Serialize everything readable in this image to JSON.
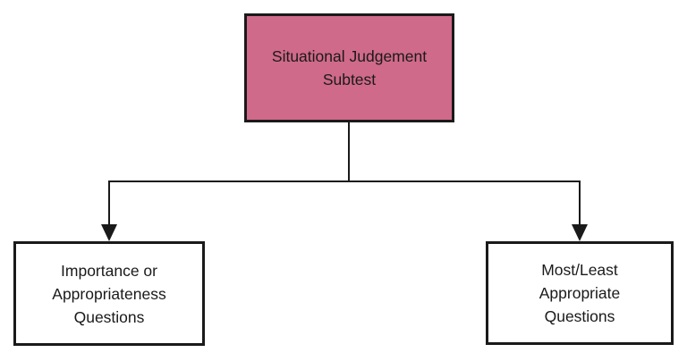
{
  "diagram": {
    "title": "Situational Judgement Subtest flowchart",
    "colors": {
      "root_fill": "#d06a8a",
      "child_fill": "#ffffff",
      "stroke": "#1a1a1a",
      "text": "#1a1a1a",
      "background": "#ffffff"
    },
    "nodes": {
      "root": {
        "label": "Situational Judgement Subtest",
        "lines": {
          "l1": "Situational Judgement",
          "l2": "Subtest"
        }
      },
      "left": {
        "label": "Importance or Appropriateness Questions",
        "lines": {
          "l1": "Importance or",
          "l2": "Appropriateness",
          "l3": "Questions"
        }
      },
      "right": {
        "label": "Most/Least Appropriate Questions",
        "lines": {
          "l1": "Most/Least",
          "l2": "Appropriate",
          "l3": "Questions"
        }
      }
    },
    "edges": {
      "e1": "Situational Judgement Subtest -> Importance or Appropriateness Questions",
      "e2": "Situational Judgement Subtest -> Most/Least Appropriate Questions"
    }
  }
}
